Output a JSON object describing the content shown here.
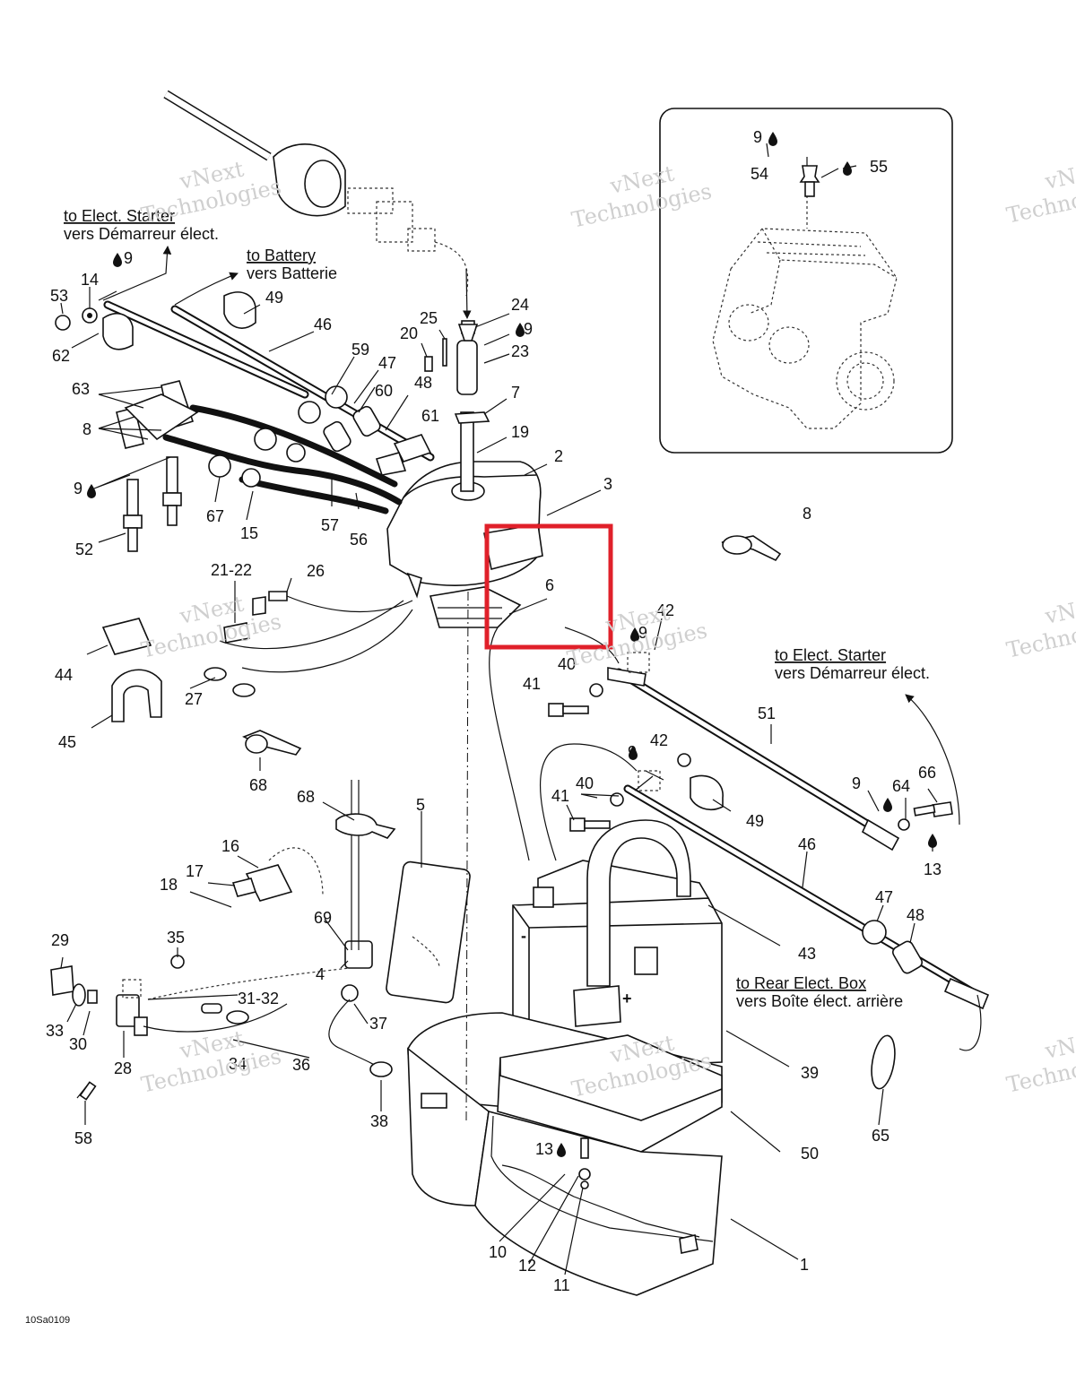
{
  "diagram": {
    "code": "10Sa0109",
    "highlight_color": "#e0202a",
    "callouts": [
      {
        "id": "c9a",
        "text": "9"
      },
      {
        "id": "c54",
        "text": "54"
      },
      {
        "id": "c55",
        "text": "55"
      },
      {
        "id": "c53",
        "text": "53"
      },
      {
        "id": "c14",
        "text": "14"
      },
      {
        "id": "c9b",
        "text": "9"
      },
      {
        "id": "c49a",
        "text": "49"
      },
      {
        "id": "c62",
        "text": "62"
      },
      {
        "id": "c46a",
        "text": "46"
      },
      {
        "id": "c25",
        "text": "25"
      },
      {
        "id": "c24",
        "text": "24"
      },
      {
        "id": "c20",
        "text": "20"
      },
      {
        "id": "c9c",
        "text": "9"
      },
      {
        "id": "c23",
        "text": "23"
      },
      {
        "id": "c59",
        "text": "59"
      },
      {
        "id": "c47a",
        "text": "47"
      },
      {
        "id": "c63",
        "text": "63"
      },
      {
        "id": "c60",
        "text": "60"
      },
      {
        "id": "c48a",
        "text": "48"
      },
      {
        "id": "c7",
        "text": "7"
      },
      {
        "id": "c8a",
        "text": "8"
      },
      {
        "id": "c61",
        "text": "61"
      },
      {
        "id": "c19",
        "text": "19"
      },
      {
        "id": "c2",
        "text": "2"
      },
      {
        "id": "c9d",
        "text": "9"
      },
      {
        "id": "c3",
        "text": "3"
      },
      {
        "id": "c67",
        "text": "67"
      },
      {
        "id": "c57",
        "text": "57"
      },
      {
        "id": "c15",
        "text": "15"
      },
      {
        "id": "c56",
        "text": "56"
      },
      {
        "id": "c52",
        "text": "52"
      },
      {
        "id": "c8b",
        "text": "8"
      },
      {
        "id": "c2122",
        "text": "21-22"
      },
      {
        "id": "c26",
        "text": "26"
      },
      {
        "id": "c6",
        "text": "6"
      },
      {
        "id": "c42a",
        "text": "42"
      },
      {
        "id": "c44",
        "text": "44"
      },
      {
        "id": "c9e",
        "text": "9"
      },
      {
        "id": "c40a",
        "text": "40"
      },
      {
        "id": "c41a",
        "text": "41"
      },
      {
        "id": "c27",
        "text": "27"
      },
      {
        "id": "c45",
        "text": "45"
      },
      {
        "id": "c51",
        "text": "51"
      },
      {
        "id": "c68a",
        "text": "68"
      },
      {
        "id": "c9f",
        "text": "9"
      },
      {
        "id": "c42b",
        "text": "42"
      },
      {
        "id": "c68b",
        "text": "68"
      },
      {
        "id": "c5",
        "text": "5"
      },
      {
        "id": "c40b",
        "text": "40"
      },
      {
        "id": "c41b",
        "text": "41"
      },
      {
        "id": "c9g",
        "text": "9"
      },
      {
        "id": "c64",
        "text": "64"
      },
      {
        "id": "c66",
        "text": "66"
      },
      {
        "id": "c49b",
        "text": "49"
      },
      {
        "id": "c16",
        "text": "16"
      },
      {
        "id": "c46b",
        "text": "46"
      },
      {
        "id": "c13a",
        "text": "13"
      },
      {
        "id": "c17",
        "text": "17"
      },
      {
        "id": "c18",
        "text": "18"
      },
      {
        "id": "c47b",
        "text": "47"
      },
      {
        "id": "c48b",
        "text": "48"
      },
      {
        "id": "c69",
        "text": "69"
      },
      {
        "id": "c29",
        "text": "29"
      },
      {
        "id": "c35",
        "text": "35"
      },
      {
        "id": "c43",
        "text": "43"
      },
      {
        "id": "c4",
        "text": "4"
      },
      {
        "id": "c3132",
        "text": "31-32"
      },
      {
        "id": "c37",
        "text": "37"
      },
      {
        "id": "c33",
        "text": "33"
      },
      {
        "id": "c30",
        "text": "30"
      },
      {
        "id": "c28",
        "text": "28"
      },
      {
        "id": "c34",
        "text": "34"
      },
      {
        "id": "c36",
        "text": "36"
      },
      {
        "id": "c39",
        "text": "39"
      },
      {
        "id": "c38",
        "text": "38"
      },
      {
        "id": "c65",
        "text": "65"
      },
      {
        "id": "c58",
        "text": "58"
      },
      {
        "id": "c13b",
        "text": "13"
      },
      {
        "id": "c50",
        "text": "50"
      },
      {
        "id": "c10",
        "text": "10"
      },
      {
        "id": "c12",
        "text": "12"
      },
      {
        "id": "c11",
        "text": "11"
      },
      {
        "id": "c1",
        "text": "1"
      }
    ],
    "notes": {
      "starter_top": {
        "en": "to Elect. Starter",
        "fr": "vers Démarreur élect."
      },
      "battery": {
        "en": "to Battery",
        "fr": "vers Batterie"
      },
      "starter_right": {
        "en": "to Elect. Starter",
        "fr": "vers Démarreur élect."
      },
      "rear_box": {
        "en": "to Rear Elect. Box",
        "fr": "vers Boîte élect. arrière"
      }
    },
    "polarity": {
      "negative": "-",
      "positive": "+"
    },
    "watermark": {
      "line1": "vNext",
      "line2": "Technologies"
    }
  }
}
